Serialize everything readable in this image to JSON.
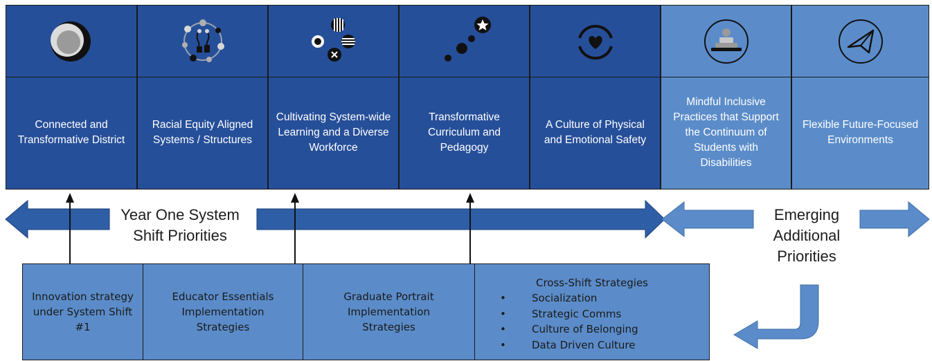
{
  "colors": {
    "dark_blue": "#264f99",
    "light_blue": "#5b8cc9",
    "arrow_dark": "#2e5ea6",
    "arrow_light": "#5b8cc9"
  },
  "columns": [
    {
      "label": "Connected and Transformative District",
      "icon": "circles-icon",
      "shade": "dark"
    },
    {
      "label": "Racial Equity Aligned Systems / Structures",
      "icon": "network-ring-icon",
      "shade": "dark"
    },
    {
      "label": "Cultivating System-wide Learning and a Diverse Workforce",
      "icon": "pattern-dots-icon",
      "shade": "dark"
    },
    {
      "label": "Transformative Curriculum and Pedagogy",
      "icon": "rising-star-icon",
      "shade": "dark"
    },
    {
      "label": "A Culture of Physical and Emotional Safety",
      "icon": "heart-circle-icon",
      "shade": "dark"
    },
    {
      "label": "Mindful Inclusive Practices that Support the Continuum of Students with Disabilities",
      "icon": "stacked-person-icon",
      "shade": "light"
    },
    {
      "label": "Flexible Future-Focused Environments",
      "icon": "paper-plane-icon",
      "shade": "light"
    }
  ],
  "year_one_label": "Year One System Shift Priorities",
  "emerging_label": "Emerging Additional Priorities",
  "bottom_boxes": [
    {
      "label": "Innovation strategy under System Shift #1"
    },
    {
      "label": "Educator Essentials Implementation Strategies"
    },
    {
      "label": "Graduate Portrait Implementation Strategies"
    }
  ],
  "cross_shift": {
    "title": "Cross-Shift Strategies",
    "items": [
      "Socialization",
      "Strategic Comms",
      "Culture of Belonging",
      "Data Driven Culture"
    ]
  }
}
